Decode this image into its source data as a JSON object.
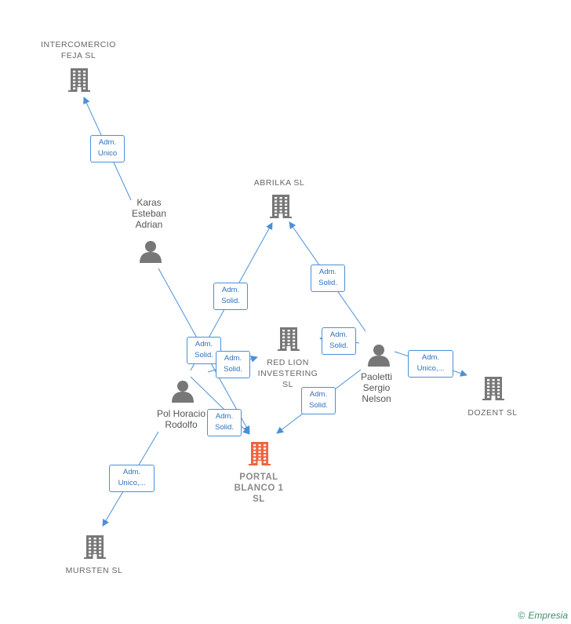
{
  "nodes": {
    "intercomercio": {
      "lines": [
        "INTERCOMERCIO",
        "FEJA  SL"
      ],
      "type": "company"
    },
    "abrilka": {
      "lines": [
        "ABRILKA  SL"
      ],
      "type": "company"
    },
    "redlion": {
      "lines": [
        "RED LION",
        "INVESTERING",
        "SL"
      ],
      "type": "company"
    },
    "dozent": {
      "lines": [
        "DOZENT  SL"
      ],
      "type": "company"
    },
    "portal": {
      "lines": [
        "PORTAL",
        "BLANCO 1",
        "SL"
      ],
      "type": "focus"
    },
    "mursten": {
      "lines": [
        "MURSTEN  SL"
      ],
      "type": "company"
    },
    "karas": {
      "lines": [
        "Karas",
        "Esteban",
        "Adrian"
      ],
      "type": "person"
    },
    "pol": {
      "lines": [
        "Pol Horacio",
        "Rodolfo"
      ],
      "type": "person"
    },
    "paoletti": {
      "lines": [
        "Paoletti",
        "Sergio",
        "Nelson"
      ],
      "type": "person"
    }
  },
  "edges": [
    {
      "id": "karas-intercomercio",
      "lines": [
        "Adm.",
        "Unico"
      ]
    },
    {
      "id": "pol-abrilka",
      "lines": [
        "Adm.",
        "Solid."
      ]
    },
    {
      "id": "karas-portal",
      "lines": [
        "Adm.",
        "Solid."
      ]
    },
    {
      "id": "pol-redlion",
      "lines": [
        "Adm.",
        "Solid."
      ]
    },
    {
      "id": "pol-portal",
      "lines": [
        "Adm.",
        "Solid."
      ]
    },
    {
      "id": "pol-mursten",
      "lines": [
        "Adm.",
        "Unico,..."
      ]
    },
    {
      "id": "paoletti-abrilka",
      "lines": [
        "Adm.",
        "Solid."
      ]
    },
    {
      "id": "paoletti-redlion",
      "lines": [
        "Adm.",
        "Solid."
      ]
    },
    {
      "id": "paoletti-portal",
      "lines": [
        "Adm.",
        "Solid."
      ]
    },
    {
      "id": "paoletti-dozent",
      "lines": [
        "Adm.",
        "Unico,..."
      ]
    }
  ],
  "colors": {
    "company": "#777777",
    "focus": "#f0643c",
    "person": "#777777",
    "edge": "#4a90d9",
    "edge_text": "#2f6fbf"
  },
  "icons": {
    "company": "building-icon",
    "person": "person-icon"
  },
  "footer": {
    "copyright": "©",
    "brand": "Empresia"
  }
}
